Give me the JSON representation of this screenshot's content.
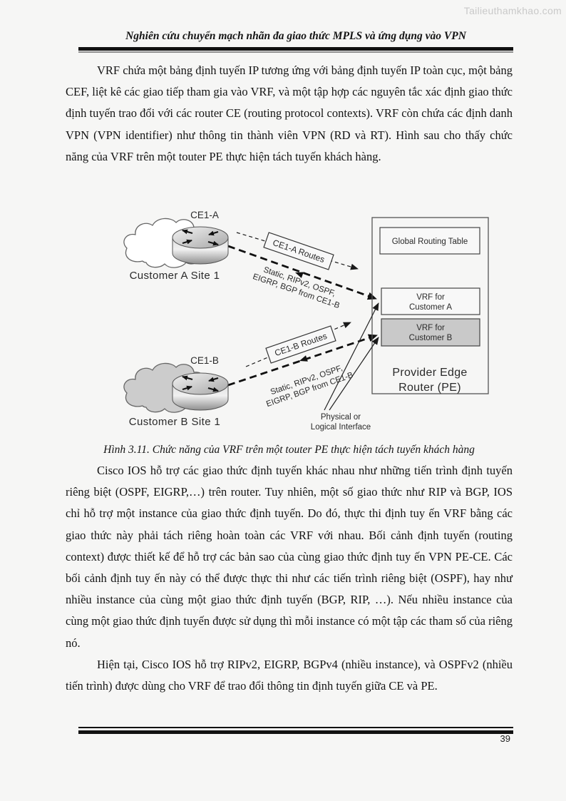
{
  "watermark": "Tailieuthamkhao.com",
  "header": {
    "title": "Nghiên cứu chuyển mạch nhãn đa giao thức MPLS và ứng dụng vào VPN"
  },
  "paragraphs": {
    "p1": "VRF chứa một bảng định tuyến IP tương ứng với bảng định tuyến IP toàn cục, một bảng CEF, liệt kê các giao tiếp tham gia vào VRF, và một tập hợp các nguyên tắc xác định giao thức định tuyến trao đổi với các router CE (routing protocol contexts). VRF còn chứa các định danh VPN (VPN identifier) như thông tin thành viên VPN (RD và RT). Hình sau cho thấy chức năng của VRF trên một touter PE thực hiện tách tuyến khách hàng.",
    "p2": "Cisco IOS hỗ trợ các giao thức định tuyến khác nhau như những tiến trình định tuyến riêng biệt (OSPF, EIGRP,…) trên router. Tuy nhiên, một số giao thức như RIP và BGP, IOS chỉ hỗ trợ một instance của giao thức định tuyến. Do đó, thực thi định tuy ến VRF bằng các giao thức này phải tách riêng hoàn toàn các VRF với nhau. Bối cảnh định tuyến (routing context) được thiết kế để hỗ trợ các bản sao của cùng giao thức định tuy ến VPN PE-CE. Các bối cảnh định tuy ến này có thể được thực thi như các tiến trình riêng biệt (OSPF), hay như nhiều instance của cùng một giao thức định tuyến (BGP, RIP, …). Nếu nhiều instance của cùng một giao thức định tuyến được sử dụng thì mỗi instance có một tập các tham số của riêng nó.",
    "p3": "Hiện tại, Cisco IOS hỗ trợ RIPv2, EIGRP, BGPv4 (nhiều instance), và OSPFv2 (nhiều tiến trình) được dùng cho VRF để trao đổi thông tin định tuyến giữa CE và PE."
  },
  "figure": {
    "caption": "Hình 3.11. Chức năng của VRF trên một touter PE thực hiện tách tuyến khách hàng",
    "ce1a_label": "CE1-A",
    "ce1b_label": "CE1-B",
    "customer_a": "Customer A Site 1",
    "customer_b": "Customer B Site 1",
    "ce1a_routes": "CE1-A Routes",
    "ce1b_routes": "CE1-B Routes",
    "protocols_line1": "Static, RIPv2, OSPF,",
    "protocols_line2": "EIGRP, BGP from CE1-B",
    "global_routing_table": "Global Routing Table",
    "vrf_a_line1": "VRF for",
    "vrf_a_line2": "Customer A",
    "vrf_b_line1": "VRF for",
    "vrf_b_line2": "Customer B",
    "pe_line1": "Provider Edge",
    "pe_line2": "Router (PE)",
    "interface_line1": "Physical or",
    "interface_line2": "Logical Interface",
    "colors": {
      "vrf_b_fill": "#c9c9c9",
      "cloud_b_fill": "#cccccc",
      "cloud_a_fill": "#ffffff"
    }
  },
  "footer": {
    "page_number": "39"
  }
}
